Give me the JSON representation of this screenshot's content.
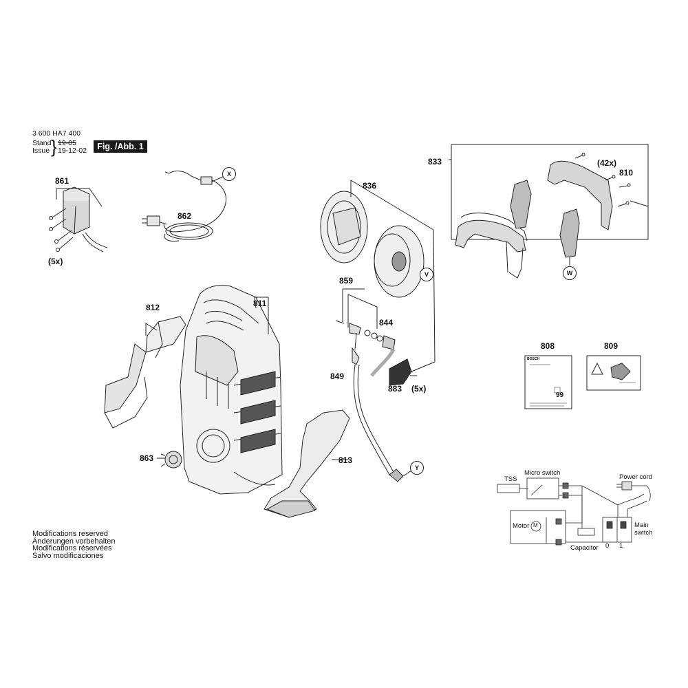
{
  "header": {
    "doc_number": "3 600 HA7 400",
    "stand_label": "Stand",
    "issue_label": "Issue",
    "brace": "}",
    "stand_value": "19-05",
    "issue_value": "19-12-02",
    "fig_label": "Fig. /Abb. 1"
  },
  "parts": {
    "p861": "861",
    "p862": "862",
    "p811": "811",
    "p812": "812",
    "p813": "813",
    "p863": "863",
    "p836": "836",
    "p859": "859",
    "p844": "844",
    "p849": "849",
    "p883": "883",
    "p833": "833",
    "p810": "810",
    "p808": "808",
    "p809": "809",
    "qty_861": "(5x)",
    "qty_883": "(5x)",
    "qty_810": "(42x)"
  },
  "callouts": {
    "x": "X",
    "v": "V",
    "w": "W",
    "y": "Y"
  },
  "label_808": {
    "brand": "BOSCH",
    "mark": "99"
  },
  "wiring": {
    "tss": "TSS",
    "micro_switch": "Micro switch",
    "power_cord": "Power cord",
    "motor": "Motor",
    "motor_symbol": "M",
    "capacitor": "Capacitor",
    "main_switch": "Main\nswitch",
    "pos0": "0",
    "pos1": "1"
  },
  "modifications": [
    "Modifications reserved",
    "Änderungen vorbehalten",
    "Modifications réservées",
    "Salvo modificaciones"
  ]
}
